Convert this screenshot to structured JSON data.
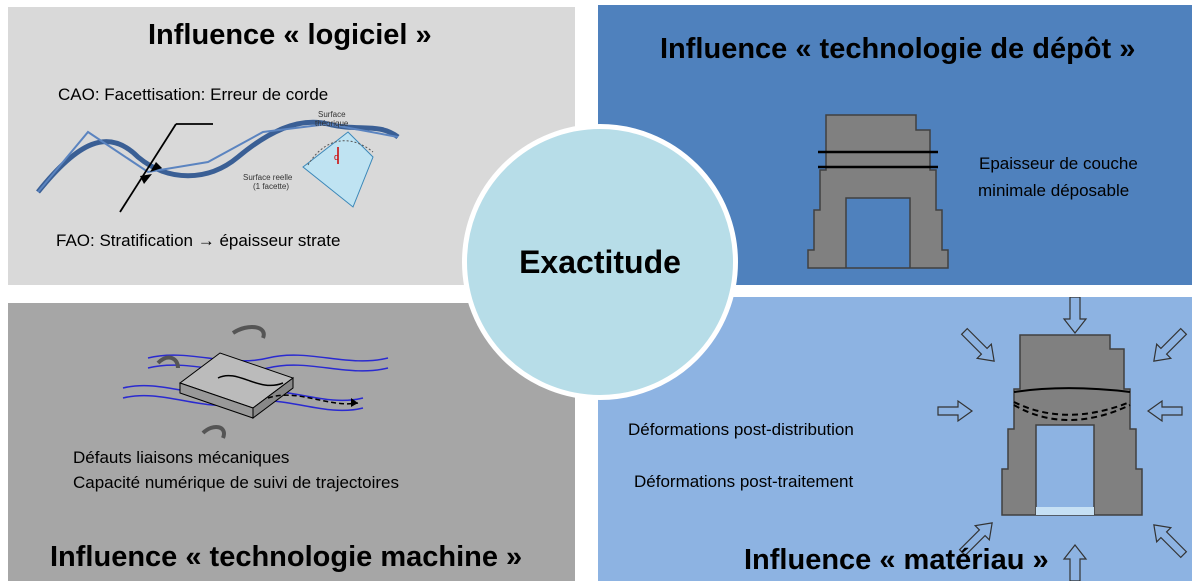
{
  "logiciel": {
    "title": "Influence « logiciel »",
    "cao": "CAO: Facettisation: Erreur de corde",
    "fao": "FAO: Stratification → épaisseur strate",
    "surface_theorique": [
      "Surface",
      "théorique"
    ],
    "surface_reelle": [
      "Surface reelle",
      "(1 facette)"
    ],
    "d_label": "d"
  },
  "depot": {
    "title": "Influence « technologie de dépôt »",
    "text": [
      "Epaisseur de couche",
      "minimale déposable"
    ]
  },
  "machine": {
    "title": "Influence « technologie machine »",
    "line1": "Défauts liaisons mécaniques",
    "line2": "Capacité numérique de suivi de trajectoires"
  },
  "materiau": {
    "title": "Influence « matériau »",
    "line1": "Déformations post-distribution",
    "line2": "Déformations post-traitement"
  },
  "center": {
    "label": "Exactitude"
  },
  "colors": {
    "top_left": "#d9d9d9",
    "top_right": "#4f81bd",
    "bottom_left": "#a6a6a6",
    "bottom_right": "#8db3e2",
    "center": "#b7dde8"
  }
}
